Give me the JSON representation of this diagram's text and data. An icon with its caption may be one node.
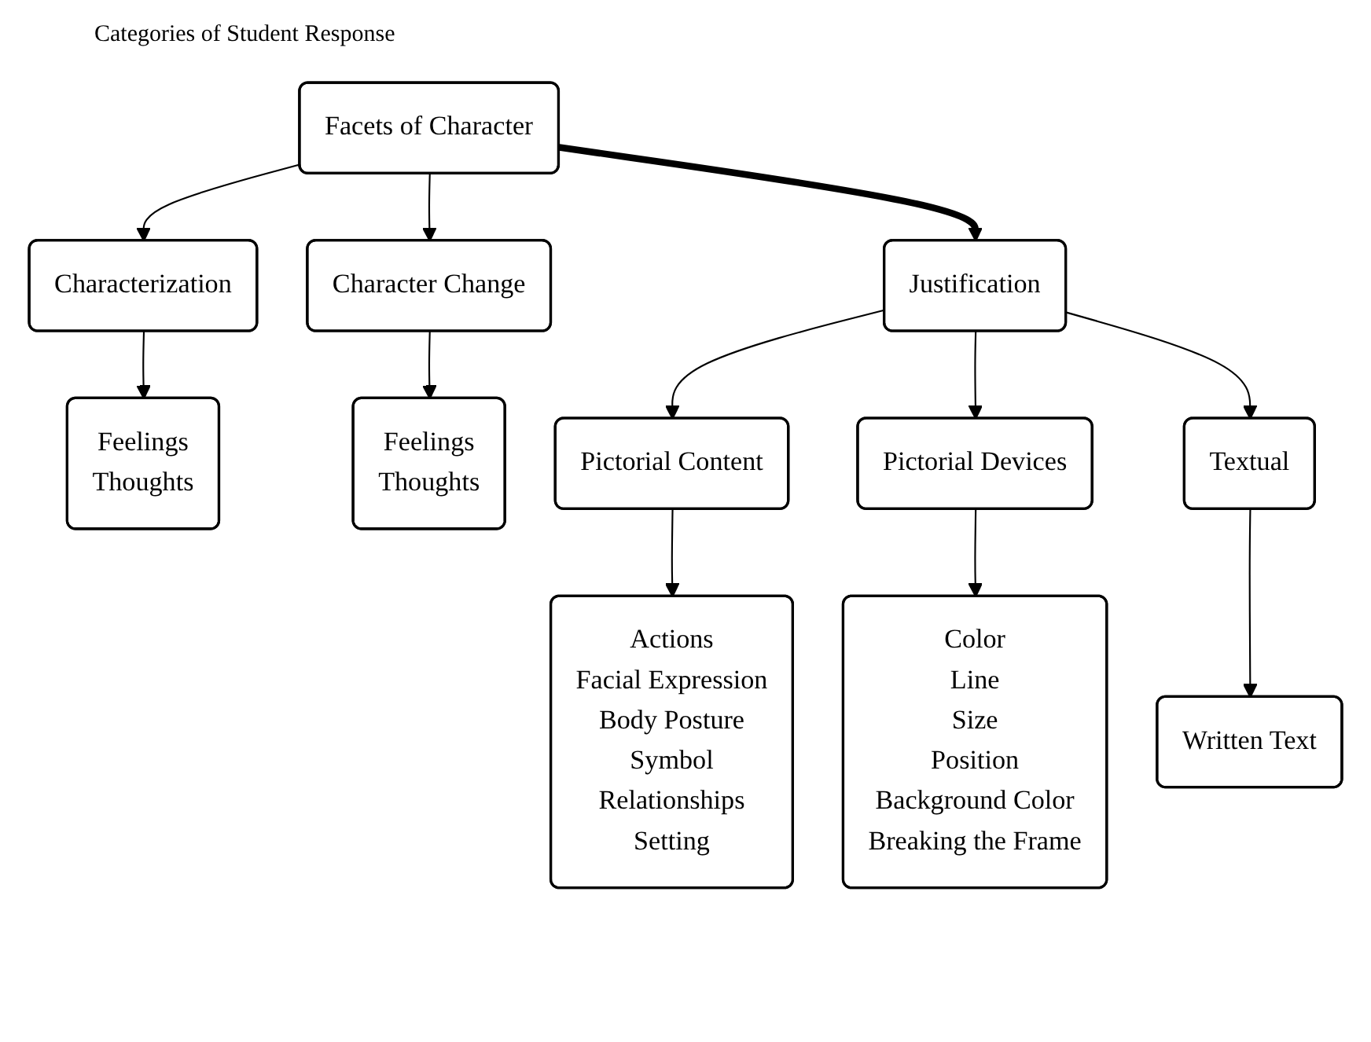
{
  "diagram": {
    "title": "Categories of Student Response",
    "nodes": [
      {
        "text": [
          "Facets of Character"
        ]
      },
      {
        "text": [
          "Characterization"
        ]
      },
      {
        "text": [
          "Character Change"
        ]
      },
      {
        "text": [
          "Feelings",
          "Thoughts"
        ]
      },
      {
        "text": [
          "Feelings",
          "Thoughts"
        ]
      },
      {
        "text": [
          "Justification"
        ]
      },
      {
        "text": [
          "Pictorial Content"
        ]
      },
      {
        "text": [
          "Pictorial Devices"
        ]
      },
      {
        "text": [
          "Textual"
        ]
      },
      {
        "text": [
          "Actions",
          "Facial Expression",
          "Body Posture",
          "Symbol",
          "Relationships",
          "Setting"
        ]
      },
      {
        "text": [
          "Color",
          "Line",
          "Size",
          "Position",
          "Background Color",
          "Breaking the Frame"
        ]
      },
      {
        "text": [
          "Written Text"
        ]
      }
    ],
    "edges": [
      {
        "from": 0,
        "to": 1,
        "arrow": "to"
      },
      {
        "from": 0,
        "to": 2,
        "arrow": "to"
      },
      {
        "from": 1,
        "to": 3,
        "arrow": "to"
      },
      {
        "from": 2,
        "to": 4,
        "arrow": "to"
      },
      {
        "from": 0,
        "to": 5,
        "arrow": "to",
        "style": "thick"
      },
      {
        "from": 5,
        "to": 6,
        "arrow": "to"
      },
      {
        "from": 5,
        "to": 7,
        "arrow": "to"
      },
      {
        "from": 5,
        "to": 8,
        "arrow": "to"
      },
      {
        "from": 6,
        "to": 9,
        "arrow": "to"
      },
      {
        "from": 7,
        "to": 10,
        "arrow": "to"
      },
      {
        "from": 8,
        "to": 11,
        "arrow": "to"
      }
    ]
  }
}
